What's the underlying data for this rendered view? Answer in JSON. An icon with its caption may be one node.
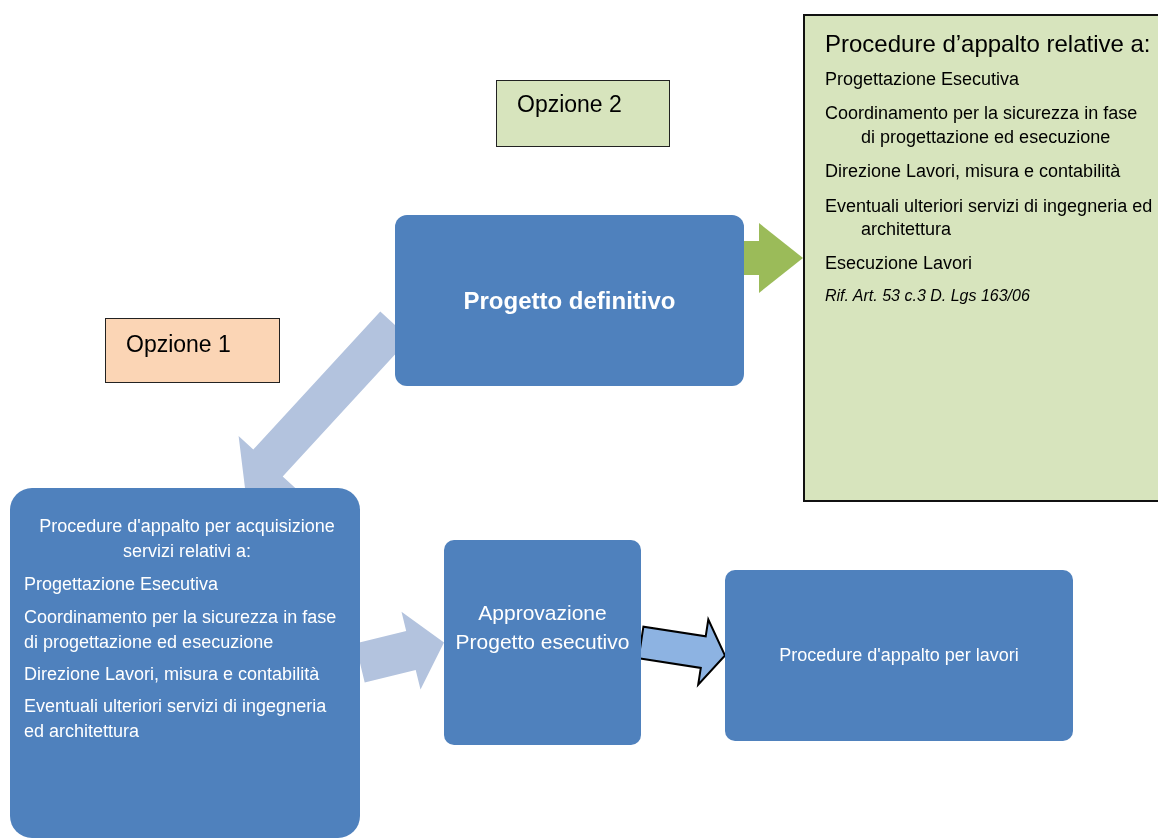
{
  "diagram": {
    "nodes": [
      {
        "text": [
          "Progetto definitivo"
        ]
      },
      {
        "text": [
          "Opzione 2"
        ]
      },
      {
        "text": [
          "Opzione 1"
        ]
      },
      {
        "text": [
          "Procedure d’appalto relative a:",
          "Progettazione Esecutiva",
          "Coordinamento per la sicurezza in fase di progettazione ed esecuzione",
          "Direzione Lavori, misura e contabilità",
          "Eventuali ulteriori servizi di ingegneria ed architettura",
          "Esecuzione Lavori",
          "Rif. Art. 53 c.3 D. Lgs 163/06"
        ]
      },
      {
        "text": [
          "Procedure d'appalto per acquisizione servizi relativi a:",
          "Progettazione Esecutiva",
          "Coordinamento per la sicurezza in fase di progettazione ed esecuzione",
          "Direzione Lavori, misura e contabilità",
          "Eventuali ulteriori servizi di ingegneria ed architettura"
        ]
      },
      {
        "text": [
          "Approvazione Progetto esecutivo"
        ]
      },
      {
        "text": [
          "Procedure d'appalto per lavori"
        ]
      }
    ],
    "edges": [
      {
        "from": 0,
        "to": 3,
        "arrow": "to",
        "color": "#9bbb59"
      },
      {
        "from": 0,
        "to": 4,
        "arrow": "to"
      },
      {
        "from": 4,
        "to": 5,
        "arrow": "to"
      },
      {
        "from": 5,
        "to": 6,
        "arrow": "to",
        "color": "#8db3e2"
      }
    ]
  }
}
